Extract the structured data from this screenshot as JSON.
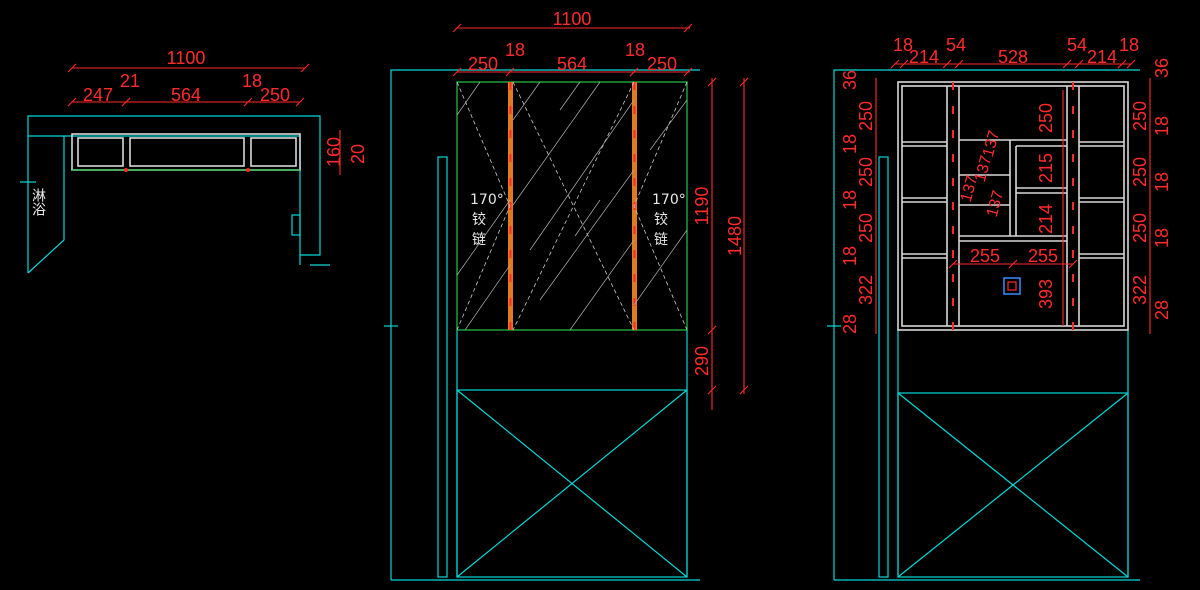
{
  "colors": {
    "background": "#000000",
    "outline": "#00d8d8",
    "dimension": "#ff2a2a",
    "glass_frame": "#22c74a",
    "cabinet_frame": "#d8d8d8",
    "hinge_strip": "#e07a20"
  },
  "plan_view": {
    "room_label": "淋浴",
    "dims": {
      "overall": "1100",
      "seg1": "247",
      "gap1": "21",
      "seg2": "564",
      "gap2": "18",
      "seg3": "250",
      "depth": "160",
      "thickness": "20"
    }
  },
  "front_view": {
    "hinge_left": {
      "angle": "170°",
      "line1": "铰",
      "line2": "链"
    },
    "hinge_right": {
      "angle": "170°",
      "line1": "铰",
      "line2": "链"
    },
    "dims": {
      "overall": "1100",
      "left_panel": "250",
      "left_gap": "18",
      "center_panel": "564",
      "right_gap": "18",
      "right_panel": "250",
      "cabinet_height": "1190",
      "total_height": "1480",
      "bottom_offset": "290"
    }
  },
  "section_view": {
    "dims": {
      "top": [
        "18",
        "214",
        "54",
        "528",
        "54",
        "214",
        "18"
      ],
      "top_edge_left": "36",
      "top_edge_right": "36",
      "left_shelves": [
        "250",
        "18",
        "250",
        "18",
        "250",
        "18",
        "322"
      ],
      "left_bottom": "28",
      "right_shelves": [
        "250",
        "18",
        "250",
        "18",
        "250",
        "18",
        "322"
      ],
      "right_bottom": "28",
      "middle_shelves": [
        "250",
        "215",
        "214",
        "393"
      ],
      "inner_columns": [
        "137",
        "137",
        "137",
        "137"
      ],
      "inner_width_left": "255",
      "inner_width_right": "255"
    }
  }
}
